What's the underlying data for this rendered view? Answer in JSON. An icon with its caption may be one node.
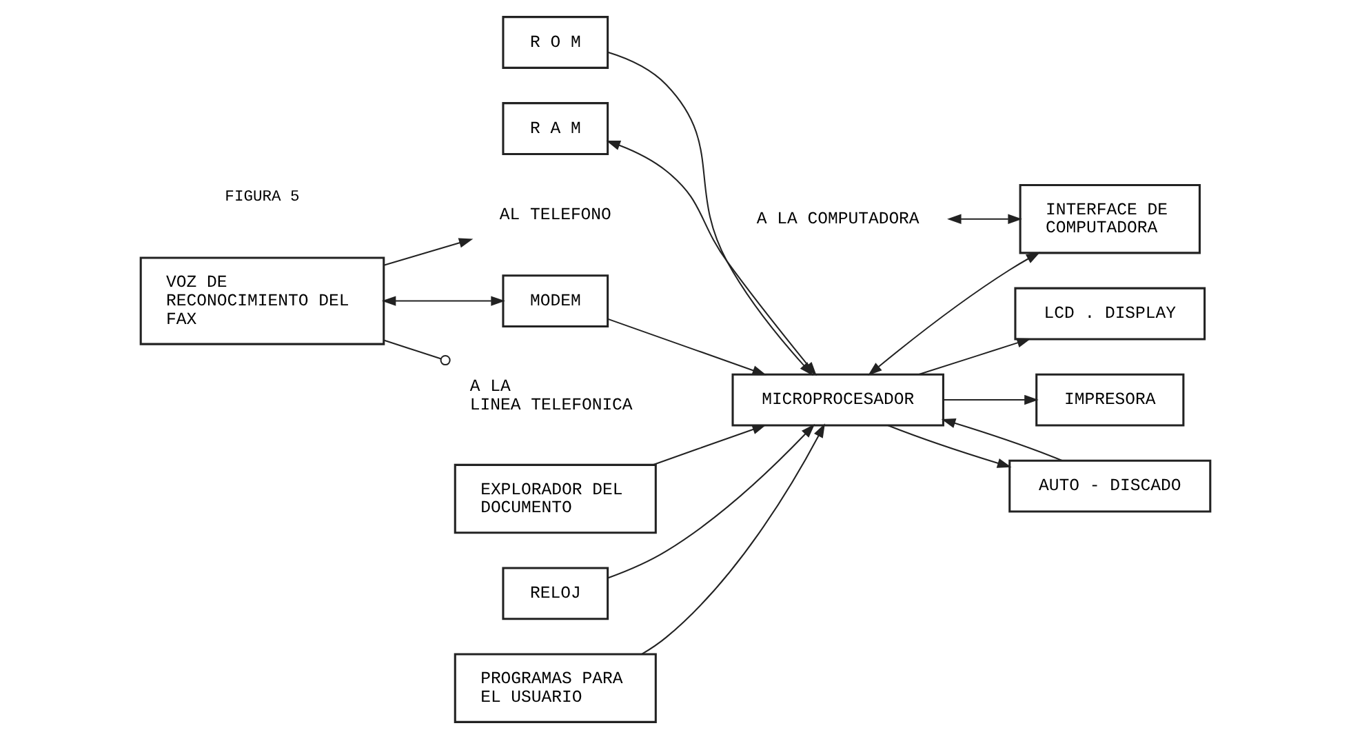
{
  "diagram": {
    "nodes": [
      {
        "text": [
          "LCD . DISPLAY"
        ]
      },
      {
        "text": [
          "R O M"
        ]
      },
      {
        "text": [
          "R A M"
        ]
      },
      {
        "text": [
          "A LA COMPUTADORA"
        ]
      },
      {
        "text": [
          "INTERFACE DE COMPUTADORA"
        ]
      },
      {
        "text": [
          "AL TELEFONO"
        ]
      },
      {
        "text": [
          "VOZ DE RECONOCIMIENTO DEL FAX"
        ]
      },
      {
        "text": [
          "MODEM"
        ]
      },
      {
        "text": [
          "MICROPROCESADOR"
        ]
      },
      {
        "text": [
          "EXPLORADOR DEL DOCUMENTO"
        ]
      },
      {
        "text": [
          "A LA LINEA TELEFONICA"
        ]
      },
      {
        "text": [
          "IMPRESORA"
        ]
      },
      {
        "text": [
          "RELOJ"
        ]
      },
      {
        "text": [
          "PROGRAMAS PARA EL USUARIO"
        ]
      },
      {
        "text": [
          "AUTO - DISCADO"
        ]
      }
    ],
    "edges": [
      {
        "from": 8,
        "to": 0,
        "arrow": "to"
      },
      {
        "from": 1,
        "to": 8,
        "arrow": "to"
      },
      {
        "from": 2,
        "to": 8,
        "arrow": "both"
      },
      {
        "from": 3,
        "to": 4,
        "arrow": "both"
      },
      {
        "from": 8,
        "to": 4,
        "arrow": "both"
      },
      {
        "from": 6,
        "to": 5,
        "arrow": "to"
      },
      {
        "from": 6,
        "to": 7,
        "arrow": "both"
      },
      {
        "from": 7,
        "to": 8,
        "arrow": "to"
      },
      {
        "from": 9,
        "to": 8,
        "arrow": "to"
      },
      {
        "from": 6,
        "to": 10,
        "arrow": "other"
      },
      {
        "from": 8,
        "to": 11,
        "arrow": "to"
      },
      {
        "from": 12,
        "to": 8,
        "arrow": "to"
      },
      {
        "from": 13,
        "to": 8,
        "arrow": "to"
      },
      {
        "from": 8,
        "to": 14,
        "arrow": "to"
      },
      {
        "from": 14,
        "to": 8,
        "arrow": "to"
      }
    ],
    "labels": [
      "FIGURA 5"
    ]
  }
}
